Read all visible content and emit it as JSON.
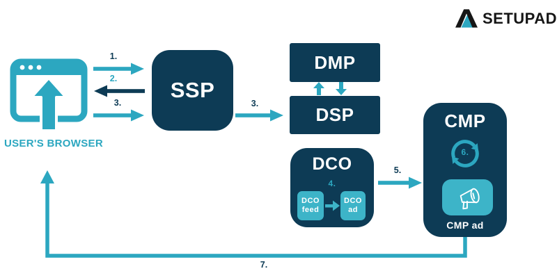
{
  "logo": {
    "brand": "SETUPAD"
  },
  "colors": {
    "navy": "#0d3b55",
    "teal": "#2ca7c0",
    "teal_light": "#3db4c8"
  },
  "browser": {
    "label": "USER'S BROWSER"
  },
  "nodes": {
    "ssp": {
      "label": "SSP"
    },
    "dmp": {
      "label": "DMP"
    },
    "dsp": {
      "label": "DSP"
    },
    "dco": {
      "label": "DCO",
      "feed_line1": "DCO",
      "feed_line2": "feed",
      "ad_line1": "DCO",
      "ad_line2": "ad"
    },
    "cmp": {
      "label": "CMP",
      "ad_label": "CMP ad"
    }
  },
  "steps": {
    "s1": "1.",
    "s2": "2.",
    "s3a": "3.",
    "s3b": "3.",
    "s4": "4.",
    "s5": "5.",
    "s6": "6.",
    "s7": "7."
  }
}
